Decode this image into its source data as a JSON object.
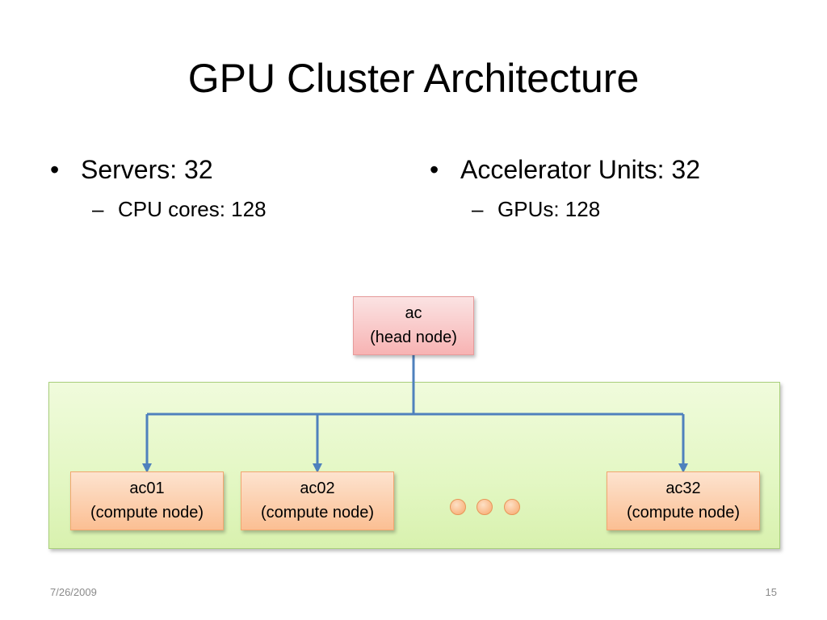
{
  "slide": {
    "title": "GPU Cluster Architecture",
    "left_column": {
      "bullet": "Servers: 32",
      "sub_bullet": "CPU cores: 128"
    },
    "right_column": {
      "bullet": "Accelerator Units: 32",
      "sub_bullet": "GPUs: 128"
    },
    "bullet_marker": "•",
    "sub_marker": "–"
  },
  "diagram": {
    "head_node": {
      "name": "ac",
      "role": "(head node)"
    },
    "compute_nodes": [
      {
        "name": "ac01",
        "role": "(compute node)"
      },
      {
        "name": "ac02",
        "role": "(compute node)"
      },
      {
        "name": "ac32",
        "role": "(compute node)"
      }
    ],
    "colors": {
      "link": "#4f81bd",
      "cluster_fill": "#e3f7c3",
      "head_fill": "#f7b3b3",
      "compute_fill": "#fbbf93"
    }
  },
  "footer": {
    "date": "7/26/2009",
    "page_number": "15"
  }
}
